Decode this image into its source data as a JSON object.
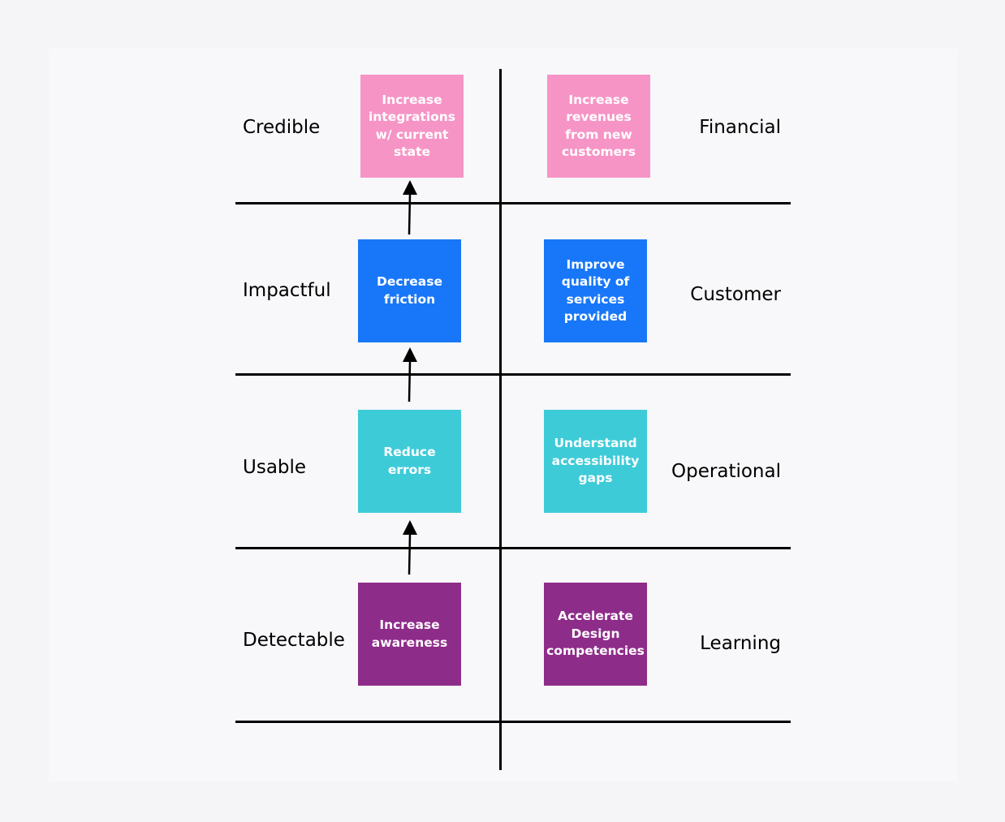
{
  "colors": {
    "pink": "#f794c6",
    "blue": "#1877f8",
    "teal": "#3ecbd8",
    "purple": "#8e2c8a",
    "line": "#000000"
  },
  "left_labels": [
    "Credible",
    "Impactful",
    "Usable",
    "Detectable"
  ],
  "right_labels": [
    "Financial",
    "Customer",
    "Operational",
    "Learning"
  ],
  "left_notes": [
    "Increase integrations w/ current state",
    "Decrease friction",
    "Reduce errors",
    "Increase awareness"
  ],
  "right_notes": [
    "Increase revenues from new customers",
    "Improve quality of services provided",
    "Understand accessibility gaps",
    "Accelerate Design competencies"
  ]
}
